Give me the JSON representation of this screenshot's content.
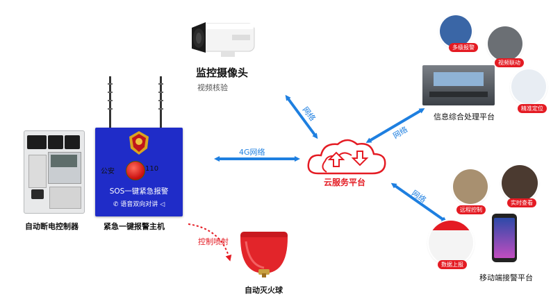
{
  "labels": {
    "camera_title": "监控摄像头",
    "camera_sub": "视频核验",
    "breaker": "自动断电控制器",
    "alarm_host": "紧急一键报警主机",
    "cloud": "云服务平台",
    "fireball": "自动灭火球",
    "info_platform": "信息综合处理平台",
    "mobile_platform": "移动端接警平台"
  },
  "arrows": {
    "camera_link": "网络",
    "host_link": "4G网络",
    "info_link": "网络",
    "mobile_link": "网络",
    "fire_link": "控制喷射"
  },
  "alarm_panel": {
    "left_text": "公安",
    "right_text": "110",
    "sos_text": "SOS一键紧急报警",
    "voice_text": "语音双向对讲"
  },
  "info_tags": [
    "多级报警",
    "视频联动",
    "精准定位"
  ],
  "mobile_tags": [
    "远程控制",
    "实时查看",
    "数据上报"
  ],
  "colors": {
    "arrow_blue": "#1e7fe0",
    "accent_red": "#e41b23",
    "host_blue": "#1f2cc8"
  },
  "icons": [
    "upload-arrow-icon",
    "download-arrow-icon",
    "phone-icon",
    "speaker-icon",
    "police-emblem-icon",
    "antenna-icon"
  ]
}
